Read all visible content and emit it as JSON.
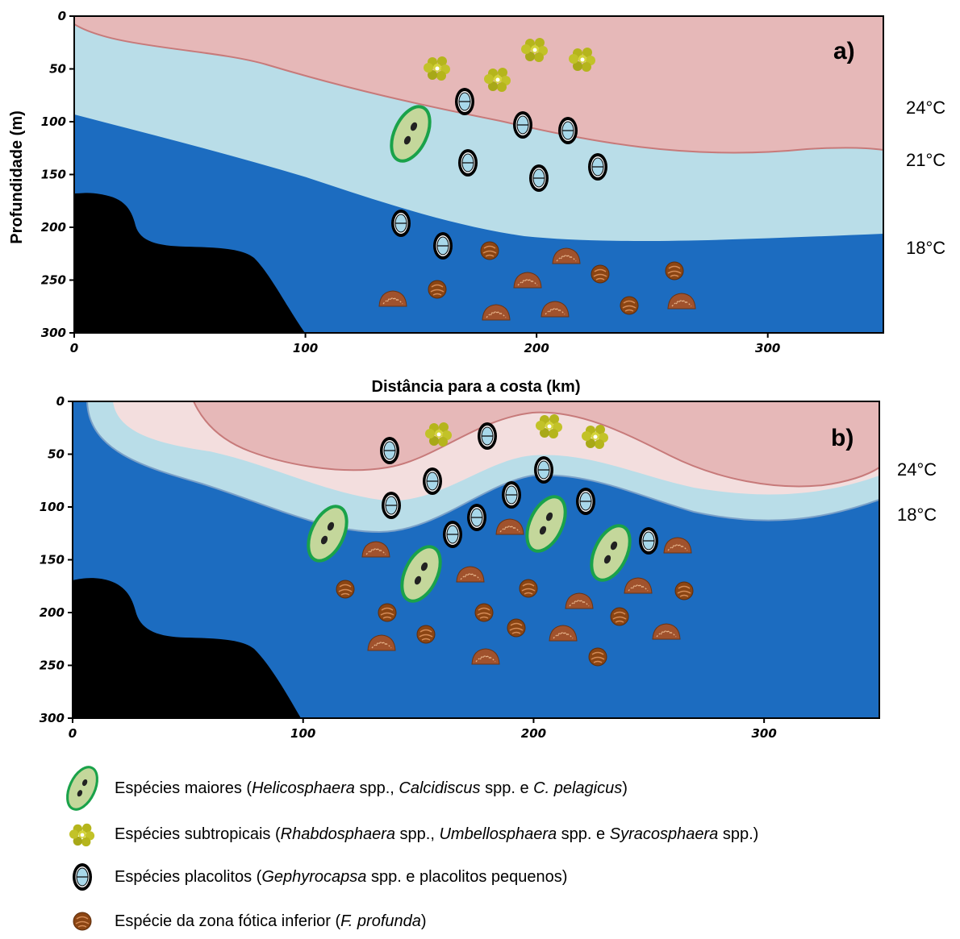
{
  "ylabel": "Profundidade (m)",
  "xlabel": "Distância para a costa (km)",
  "y_ticks": [
    "0",
    "50",
    "100",
    "150",
    "200",
    "250",
    "300"
  ],
  "x_ticks": [
    "0",
    "100",
    "200",
    "300"
  ],
  "panels": [
    {
      "label": "a)",
      "temps": [
        "24°C",
        "21°C",
        "18°C"
      ]
    },
    {
      "label": "b)",
      "temps": [
        "24°C",
        "18°C"
      ]
    }
  ],
  "legend": [
    {
      "icon": "larger-species-icon",
      "parts": [
        {
          "t": "Espécies maiores ("
        },
        {
          "t": "Helicosphaera",
          "i": true
        },
        {
          "t": " spp., "
        },
        {
          "t": "Calcidiscus",
          "i": true
        },
        {
          "t": " spp. e "
        },
        {
          "t": "C. pelagicus",
          "i": true
        },
        {
          "t": ")"
        }
      ]
    },
    {
      "icon": "subtropical-species-icon",
      "parts": [
        {
          "t": "Espécies subtropicais ("
        },
        {
          "t": "Rhabdosphaera",
          "i": true
        },
        {
          "t": " spp., "
        },
        {
          "t": "Umbellosphaera",
          "i": true
        },
        {
          "t": " spp. e "
        },
        {
          "t": "Syracosphaera",
          "i": true
        },
        {
          "t": " spp.)"
        }
      ]
    },
    {
      "icon": "placolith-species-icon",
      "parts": [
        {
          "t": "Espécies placolitos ("
        },
        {
          "t": "Gephyrocapsa",
          "i": true
        },
        {
          "t": " spp. e placolitos pequenos)"
        }
      ]
    },
    {
      "icon": "lower-photic-species-icon",
      "parts": [
        {
          "t": "Espécie da zona fótica inferior ("
        },
        {
          "t": "F. profunda",
          "i": true
        },
        {
          "t": ")"
        }
      ]
    }
  ],
  "colors": {
    "warm_layer": "#e6b8b8",
    "warm_light_layer": "#f3dede",
    "mid_layer": "#b9dde8",
    "deep_layer": "#1c6cc0",
    "land": "#000000",
    "large_fill": "#c4d79b",
    "large_stroke": "#1aa24a",
    "subtropical": "#b8b81a",
    "placolith_ring": "#000000",
    "placolith_fill": "#a8d8ea",
    "profunda": "#8a4a1e"
  }
}
